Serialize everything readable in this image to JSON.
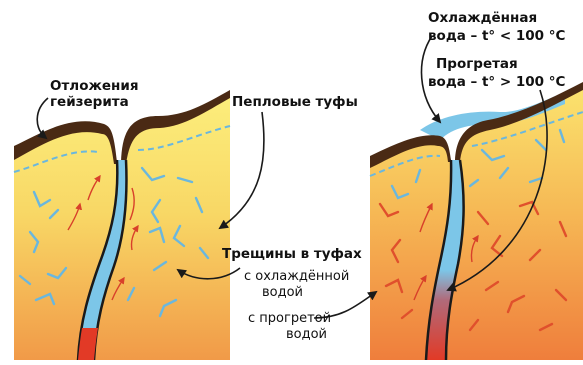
{
  "labels": {
    "geyserite_line1": "Отложения",
    "geyserite_line2": "гейзерита",
    "ash_tuffs": "Пепловые туфы",
    "cracks_title": "Трещины в туфах",
    "cold_line1": "с охлаждённой",
    "cold_line2": "водой",
    "warm_line1": "с прогретой",
    "warm_line2": "водой",
    "cooled_water_line1": "Охлаждённая",
    "cooled_water_line2": "вода – t° < 100 °C",
    "heated_water_line1": "Прогретая",
    "heated_water_line2": "вода – t° > 100 °C"
  },
  "colors": {
    "tuff_top": "#fbe96a",
    "tuff_bottom": "#f1a24a",
    "geyserite": "#4a2a14",
    "cold_water": "#7cc6e8",
    "hot_water": "#e23a26",
    "crack_red": "#e0502c",
    "arrow": "#1a1a1a"
  }
}
